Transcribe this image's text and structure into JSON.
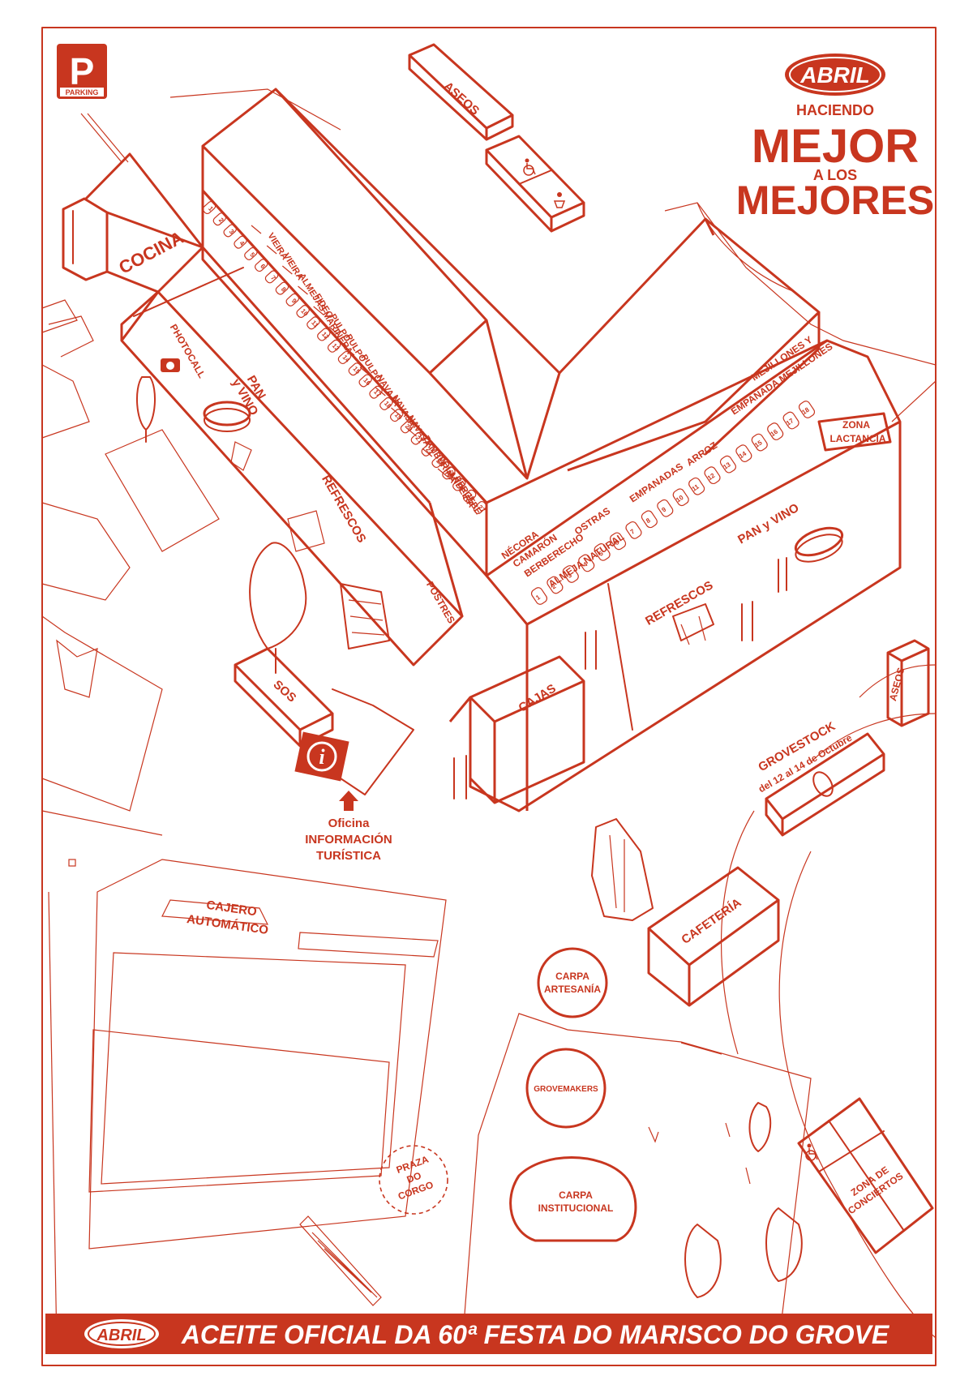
{
  "parking": {
    "letter": "P",
    "label": "PARKING"
  },
  "brand": {
    "logo": "ABRIL",
    "line1": "HACIENDO",
    "line2": "MEJOR",
    "line3": "A LOS",
    "line4": "MEJORES"
  },
  "buildings": {
    "aseos_top": "ASEOS",
    "aseos_right": "ASEOS",
    "cocina": "COCINA",
    "photocall": "PHOTOCALL",
    "pan_vino_left_1": "PAN",
    "pan_vino_left_2": "y VINO",
    "refrescos_left": "REFRESCOS",
    "postres": "POSTRES",
    "sos": "SOS",
    "cajas": "CAJAS",
    "refrescos_right": "REFRESCOS",
    "pan_vino_right": "PAN y VINO",
    "zona_lactancia_1": "ZONA",
    "zona_lactancia_2": "LACTANCIA",
    "grovestock": "GROVESTOCK",
    "grovestock_dates": "del 12 al 14 de Octubre",
    "cafeteria": "CAFETERÍA",
    "carpa_artesania_1": "CARPA",
    "carpa_artesania_2": "ARTESANÍA",
    "grovemakers": "GROVEMAKERS",
    "carpa_institucional_1": "CARPA",
    "carpa_institucional_2": "INSTITUCIONAL",
    "praza_1": "PRAZA",
    "praza_2": "DO",
    "praza_3": "CORGO",
    "zona_conciertos_1": "ZONA DE",
    "zona_conciertos_2": "CONCIERTOS",
    "cajero_1": "CAJERO",
    "cajero_2": "AUTOMÁTICO"
  },
  "info_office": {
    "icon_letter": "i",
    "line1": "Oficina",
    "line2": "INFORMACIÓN",
    "line3": "TURÍSTICA"
  },
  "stalls_upper": [
    "VIEIRA",
    "VIEIRA",
    "ALMEJAS MARINERA",
    "FIDEO",
    "PULPO",
    "PULPO",
    "PULPO",
    "NAVAJA",
    "NAVAJA",
    "NAVAJA",
    "ZAMBURIÑA",
    "VOLANDEIRA",
    "PERCEBE"
  ],
  "stalls_lower": [
    "NÉCORA",
    "CAMARÓN",
    "BERBERECHO",
    "OSTRAS",
    "ALMEJA NATURAL",
    "EMPANADAS",
    "ARROZ",
    "EMPANADA MEJILLONES",
    "MEJILLONES Y"
  ],
  "numbers_upper": [
    "1",
    "2",
    "3",
    "4",
    "5",
    "6",
    "7",
    "8",
    "9",
    "10",
    "11",
    "12",
    "13",
    "14",
    "15",
    "16",
    "17",
    "18",
    "19",
    "20",
    "21",
    "22",
    "23",
    "24",
    "25",
    "26",
    "27"
  ],
  "numbers_lower": [
    "1",
    "2",
    "3",
    "4",
    "5",
    "6",
    "7",
    "8",
    "9",
    "10",
    "11",
    "12",
    "13",
    "14",
    "15",
    "16",
    "17",
    "18"
  ],
  "footer": {
    "logo": "ABRIL",
    "text": "ACEITE OFICIAL DA 60ª FESTA DO MARISCO DO GROVE"
  },
  "colors": {
    "accent": "#c8361f",
    "background": "#ffffff"
  },
  "icons": [
    "parking-icon",
    "wheelchair-icon",
    "baby-icon",
    "info-icon",
    "camera-icon",
    "tree-icon",
    "people-icon",
    "arrow-up-icon"
  ]
}
